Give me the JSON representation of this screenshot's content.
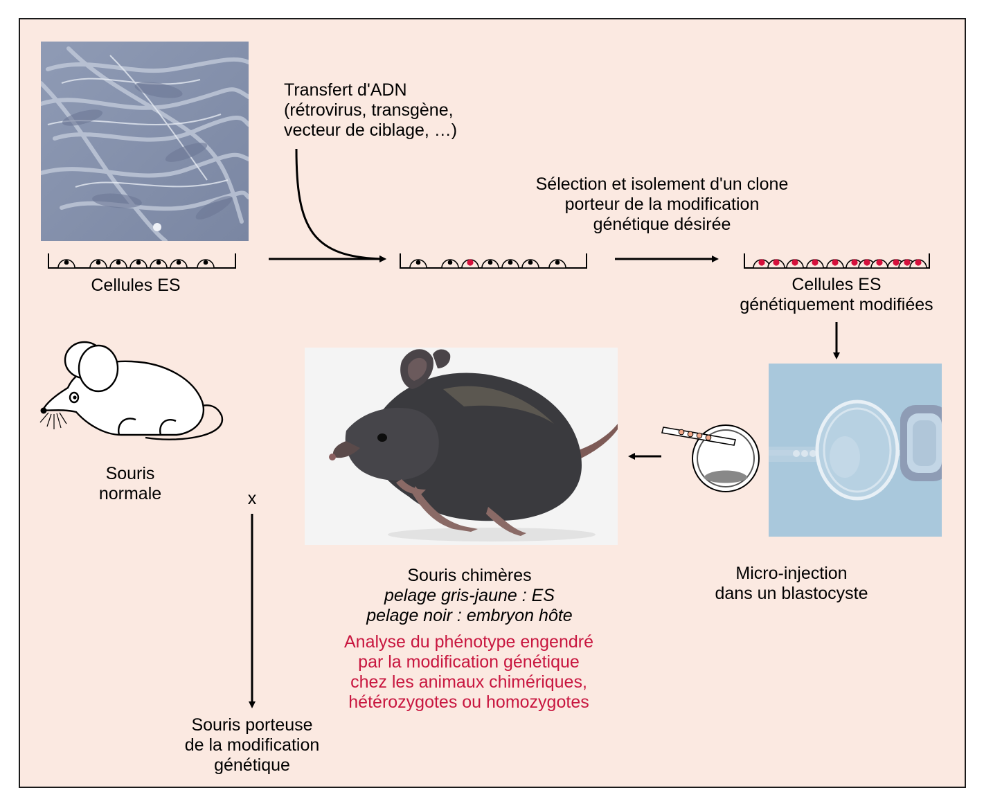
{
  "transfer": {
    "lines": [
      "Transfert d'ADN",
      "(rétrovirus, transgène,",
      "vecteur de ciblage, …)"
    ]
  },
  "selection": {
    "lines": [
      "Sélection et isolement d'un clone",
      "porteur de la modification",
      "génétique désirée"
    ]
  },
  "es_cells": {
    "label": "Cellules ES"
  },
  "modified_cells": {
    "lines": [
      "Cellules ES",
      "génétiquement modifiées"
    ]
  },
  "normal_mouse": {
    "lines": [
      "Souris",
      "normale"
    ]
  },
  "cross": {
    "symbol": "x"
  },
  "carrier_mouse": {
    "lines": [
      "Souris porteuse",
      "de la modification",
      "génétique"
    ]
  },
  "chimera": {
    "title": "Souris chimères",
    "coat_es": "pelage gris-jaune : ES",
    "coat_host": "pelage noir : embryon hôte"
  },
  "analysis": {
    "lines": [
      "Analyse du phénotype engendré",
      "par la modification génétique",
      "chez les animaux chimériques,",
      "hétérozygotes ou homozygotes"
    ]
  },
  "microinjection": {
    "lines": [
      "Micro-injection",
      "dans un blastocyste"
    ]
  },
  "colors": {
    "panel_background": "#fbe9e1",
    "modified_cell_nucleus": "#d5103c",
    "analysis_text": "#c8163f",
    "injected_cell": "#f2a98a"
  }
}
